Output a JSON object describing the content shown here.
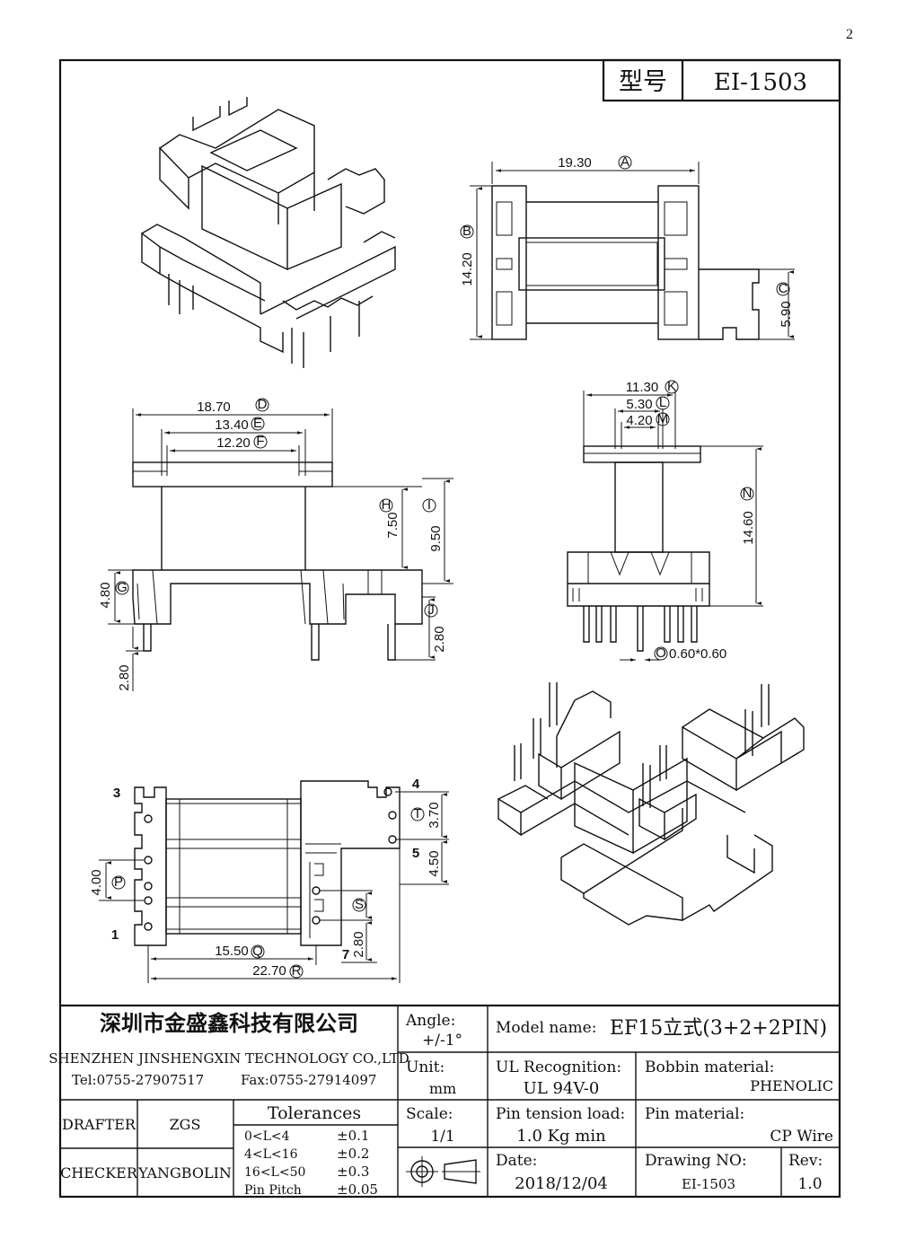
{
  "corner_mark": "2",
  "title_block": {
    "model_label": "型号",
    "model_value": "EI-1503"
  },
  "top_view": {
    "width": "19.30",
    "width_ref": "A",
    "height": "14.20",
    "height_ref": "B",
    "tab": "5.90",
    "tab_ref": "C"
  },
  "front_view": {
    "d": "18.70",
    "d_ref": "D",
    "e": "13.40",
    "e_ref": "E",
    "f": "12.20",
    "f_ref": "F",
    "g": "4.80",
    "g_ref": "G",
    "h": "7.50",
    "h_ref": "H",
    "i": "9.50",
    "i_ref": "I",
    "j": "2.80",
    "j_ref": "J",
    "pin": "2.80"
  },
  "side_view": {
    "k": "11.30",
    "k_ref": "K",
    "l": "5.30",
    "l_ref": "L",
    "m": "4.20",
    "m_ref": "M",
    "n": "14.60",
    "n_ref": "N",
    "o": "0.60*0.60",
    "o_ref": "O"
  },
  "bottom_view": {
    "pin3": "3",
    "pin4": "4",
    "pin5": "5",
    "pin1": "1",
    "pin7": "7",
    "t": "3.70",
    "t_ref": "T",
    "p": "4.00",
    "p_ref": "P",
    "s_gap": "4.50",
    "s_ref": "S",
    "s_bottom": "2.80",
    "q": "15.50",
    "q_ref": "Q",
    "r": "22.70",
    "r_ref": "R"
  },
  "info": {
    "company_cn": "深圳市金盛鑫科技有限公司",
    "company_en": "SHENZHEN JINSHENGXIN TECHNOLOGY CO.,LTD",
    "tel": "Tel:0755-27907517",
    "fax": "Fax:0755-27914097",
    "angle_label": "Angle:",
    "angle_value": "+/-1°",
    "unit_label": "Unit:",
    "unit_value": "mm",
    "scale_label": "Scale:",
    "scale_value": "1/1",
    "model_name_label": "Model name:",
    "model_name_value": "EF15立式(3+2+2PIN)",
    "ul_label": "UL Recognition:",
    "ul_value": "UL 94V-0",
    "bobbin_label": "Bobbin material:",
    "bobbin_value": "PHENOLIC",
    "pin_tension_label": "Pin tension load:",
    "pin_tension_value": "1.0 Kg min",
    "pin_material_label": "Pin material:",
    "pin_material_value": "CP Wire",
    "date_label": "Date:",
    "date_value": "2018/12/04",
    "drawing_no_label": "Drawing NO:",
    "drawing_no_value": "EI-1503",
    "rev_label": "Rev:",
    "rev_value": "1.0",
    "drafter_label": "DRAFTER",
    "drafter_value": "ZGS",
    "checker_label": "CHECKER",
    "checker_value": "YANGBOLIN",
    "tolerances_label": "Tolerances",
    "tolerance_rows": [
      {
        "range": "0<L<4",
        "value": "±0.1"
      },
      {
        "range": "4<L<16",
        "value": "±0.2"
      },
      {
        "range": "16<L<50",
        "value": "±0.3"
      },
      {
        "range": "Pin Pitch",
        "value": "±0.05"
      }
    ]
  }
}
